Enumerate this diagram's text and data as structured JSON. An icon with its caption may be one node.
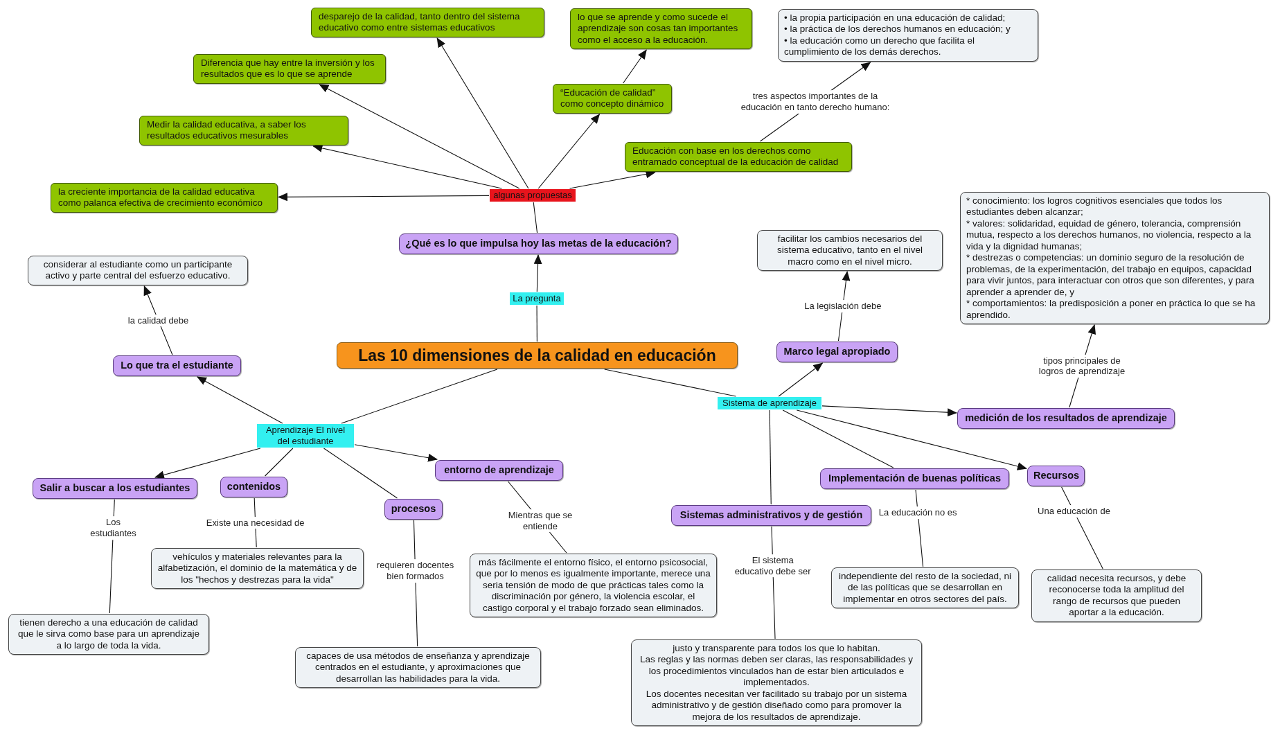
{
  "diagram": {
    "nodes": [
      {
        "text": [
          "Las 10 dimensiones de la calidad en educación"
        ]
      },
      {
        "text": [
          "La pregunta"
        ]
      },
      {
        "text": [
          "¿Qué es lo que impulsa hoy las metas de la educación?"
        ]
      },
      {
        "text": [
          "algunas propuestas"
        ]
      },
      {
        "text": [
          "la creciente importancia de la calidad educativa como palanca efectiva de crecimiento económico"
        ]
      },
      {
        "text": [
          "Medir la calidad educativa, a saber los resultados educativos mesurables"
        ]
      },
      {
        "text": [
          "Diferencia que hay entre la inversión y los resultados que es lo que se aprende"
        ]
      },
      {
        "text": [
          "desparejo de la calidad, tanto dentro del sistema educativo como entre sistemas educativos"
        ]
      },
      {
        "text": [
          "lo que se aprende y como sucede el aprendizaje son cosas tan importantes como el acceso a la educación."
        ]
      },
      {
        "text": [
          "“Educación de calidad” como concepto dinámico"
        ]
      },
      {
        "text": [
          "Educación con base en los derechos como entramado conceptual de la educación de calidad"
        ]
      },
      {
        "text": [
          "• la propia participación en una educación de calidad;",
          "• la práctica de los derechos humanos en educación; y",
          "• la educación como un derecho que facilita el cumplimiento de los demás derechos."
        ]
      },
      {
        "text": [
          "Lo que tra el estudiante"
        ]
      },
      {
        "text": [
          "considerar al estudiante como un participante activo y parte central del esfuerzo educativo."
        ]
      },
      {
        "text": [
          "Aprendizaje El nivel del estudiante"
        ]
      },
      {
        "text": [
          "Salir a buscar a los estudiantes"
        ]
      },
      {
        "text": [
          "contenidos"
        ]
      },
      {
        "text": [
          "procesos"
        ]
      },
      {
        "text": [
          "entorno de aprendizaje"
        ]
      },
      {
        "text": [
          "tienen derecho a una educación de calidad que le sirva como base para un aprendizaje a lo largo de toda la vida."
        ]
      },
      {
        "text": [
          "vehículos y materiales relevantes para la alfabetización, el dominio de la matemática y de los \"hechos y destrezas para la vida\""
        ]
      },
      {
        "text": [
          "capaces de usa métodos de enseñanza y aprendizaje centrados en el estudiante, y aproximaciones que desarrollan las habilidades para la vida."
        ]
      },
      {
        "text": [
          "más fácilmente el entorno físico, el entorno psicosocial, que por lo menos es igualmente importante, merece una seria tensión de modo de que prácticas tales como la discriminación por género, la violencia escolar, el castigo corporal y el trabajo forzado sean eliminados."
        ]
      },
      {
        "text": [
          "Sistema de aprendizaje"
        ]
      },
      {
        "text": [
          "Marco legal apropiado"
        ]
      },
      {
        "text": [
          "facilitar los cambios necesarios del sistema educativo, tanto en el nivel macro como en el nivel micro."
        ]
      },
      {
        "text": [
          "medición de los resultados de aprendizaje"
        ]
      },
      {
        "text": [
          "* conocimiento: los logros cognitivos esenciales que todos los estudiantes deben alcanzar;",
          "* valores: solidaridad, equidad de género, tolerancia, comprensión mutua, respecto a los derechos humanos, no violencia, respecto a la vida y la dignidad humanas;",
          "* destrezas o competencias: un dominio seguro de la resolución de problemas, de la experimentación, del trabajo en equipos, capacidad para vivir juntos, para interactuar con otros que son diferentes, y para aprender a aprender de, y",
          "* comportamientos: la predisposición a poner en práctica lo que se ha aprendido."
        ]
      },
      {
        "text": [
          "Recursos"
        ]
      },
      {
        "text": [
          "Implementación de buenas políticas"
        ]
      },
      {
        "text": [
          "Sistemas administrativos y de gestión"
        ]
      },
      {
        "text": [
          "independiente del resto de la sociedad, ni de las políticas que se desarrollan en implementar en otros sectores del país."
        ]
      },
      {
        "text": [
          "calidad necesita recursos, y debe reconocerse toda la amplitud del rango de recursos que pueden aportar a la educación."
        ]
      },
      {
        "text": [
          "justo y transparente para todos los que lo habitan.",
          "Las reglas y las normas deben ser claras, las responsabilidades y los procedimientos vinculados han de estar bien articulados e implementados.",
          "Los docentes necesitan ver facilitado su trabajo por un sistema administrativo y de gestión diseñado como para promover la mejora de los resultados de aprendizaje."
        ]
      }
    ],
    "edges": [
      {
        "from": 0,
        "to": 1,
        "arrow": "none"
      },
      {
        "from": 1,
        "to": 2,
        "arrow": "to"
      },
      {
        "from": 2,
        "to": 3,
        "arrow": "none"
      },
      {
        "from": 3,
        "to": 4,
        "arrow": "to"
      },
      {
        "from": 3,
        "to": 5,
        "arrow": "to"
      },
      {
        "from": 3,
        "to": 6,
        "arrow": "to"
      },
      {
        "from": 3,
        "to": 7,
        "arrow": "to"
      },
      {
        "from": 3,
        "to": 9,
        "arrow": "to"
      },
      {
        "from": 9,
        "to": 8,
        "arrow": "to"
      },
      {
        "from": 3,
        "to": 10,
        "arrow": "to"
      },
      {
        "from": 10,
        "to": 11,
        "arrow": "to",
        "label": "tres aspectos importantes de la educación en tanto derecho humano:"
      },
      {
        "from": 0,
        "to": 14,
        "arrow": "none"
      },
      {
        "from": 14,
        "to": 12,
        "arrow": "to"
      },
      {
        "from": 12,
        "to": 13,
        "arrow": "to",
        "label": "la calidad debe"
      },
      {
        "from": 14,
        "to": 15,
        "arrow": "to"
      },
      {
        "from": 14,
        "to": 16,
        "arrow": "none"
      },
      {
        "from": 14,
        "to": 17,
        "arrow": "none"
      },
      {
        "from": 14,
        "to": 18,
        "arrow": "to"
      },
      {
        "from": 15,
        "to": 19,
        "arrow": "none",
        "label": "Los estudiantes"
      },
      {
        "from": 16,
        "to": 20,
        "arrow": "none",
        "label": "Existe una necesidad de"
      },
      {
        "from": 17,
        "to": 21,
        "arrow": "none",
        "label": "requieren docentes bien formados"
      },
      {
        "from": 18,
        "to": 22,
        "arrow": "none",
        "label": "Mientras que se entiende"
      },
      {
        "from": 0,
        "to": 23,
        "arrow": "none"
      },
      {
        "from": 23,
        "to": 24,
        "arrow": "to"
      },
      {
        "from": 24,
        "to": 25,
        "arrow": "to",
        "label": "La legislación debe"
      },
      {
        "from": 23,
        "to": 26,
        "arrow": "to"
      },
      {
        "from": 26,
        "to": 27,
        "arrow": "to",
        "label": "tipos principales de logros de aprendizaje"
      },
      {
        "from": 23,
        "to": 28,
        "arrow": "to"
      },
      {
        "from": 23,
        "to": 29,
        "arrow": "none"
      },
      {
        "from": 23,
        "to": 30,
        "arrow": "none"
      },
      {
        "from": 29,
        "to": 31,
        "arrow": "none",
        "label": "La educación no es"
      },
      {
        "from": 28,
        "to": 32,
        "arrow": "none",
        "label": "Una educación de"
      },
      {
        "from": 30,
        "to": 33,
        "arrow": "none",
        "label": "El sistema educativo debe ser"
      }
    ]
  }
}
